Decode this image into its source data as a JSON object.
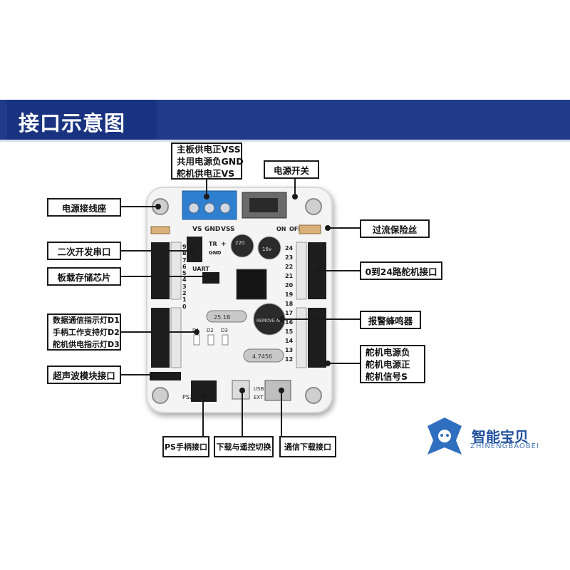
{
  "header": {
    "title": "接口示意图"
  },
  "labels": {
    "power_header": "电源接线座",
    "power_lines": [
      "主板供电正VSS",
      "共用电源负GND",
      "舵机供电正VS"
    ],
    "switch": "电源开关",
    "fuse": "过流保险丝",
    "uart": "二次开发串口",
    "flash": "板载存储芯片",
    "servo_ports": "0到24路舵机接口",
    "leds": [
      "数据通信指示灯D1",
      "手柄工作支持灯D2",
      "舵机供电指示灯D3"
    ],
    "buzzer": "报警蜂鸣器",
    "servo_pins": [
      "舵机电源负",
      "舵机电源正",
      "舵机信号S"
    ],
    "ultrasonic": "超声波模块接口",
    "ps_port": "PS手柄接口",
    "download_switch": "下载与遥控切换",
    "usb_port": "通信下载接口"
  },
  "board": {
    "terminal_labels": [
      "VS",
      "GND",
      "VSS"
    ],
    "switch_labels": [
      "ON",
      "OFF"
    ],
    "uart_label": "UART",
    "uart_pins": [
      "TR",
      "GND",
      "+"
    ],
    "cap_labels": [
      "220",
      "16v"
    ],
    "crystal_labels": [
      "25.1B",
      "4.7456"
    ],
    "buzzer_text": "REMOVE AFTER",
    "led_labels": [
      "D1",
      "D2",
      "D3"
    ],
    "ps2_label": "PS2",
    "usb_labels": [
      "EXT",
      "USB"
    ],
    "left_numbers": [
      "9",
      "8",
      "7",
      "6",
      "5",
      "4",
      "3",
      "2",
      "1",
      "0"
    ],
    "right_numbers": [
      "24",
      "23",
      "22",
      "21",
      "20",
      "19",
      "18",
      "17",
      "16",
      "15",
      "14",
      "13",
      "12"
    ]
  },
  "brand": {
    "name": "智能宝贝",
    "sub": "ZHINENGBAOBEI"
  },
  "colors": {
    "accent": "#1f3b8a",
    "brand": "#1f4f9c",
    "terminal": "#2f7fd0"
  }
}
